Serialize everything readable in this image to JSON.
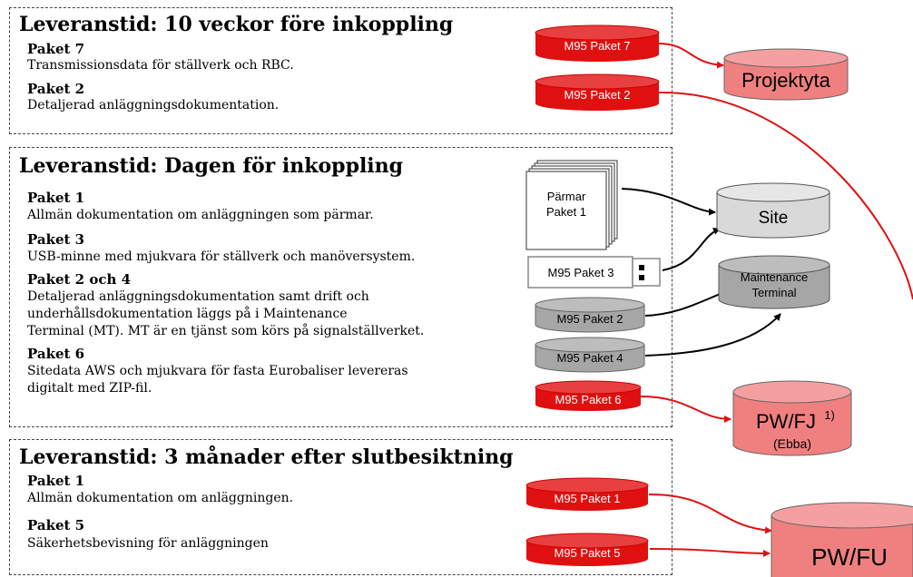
{
  "sections": [
    {
      "heading": "Leveranstid: 10 veckor före inkoppling",
      "items": [
        {
          "title": "Paket 7",
          "text": "Transmissionsdata för ställverk och RBC."
        },
        {
          "title": "Paket 2",
          "text": "Detaljerad anläggningsdokumentation."
        }
      ]
    },
    {
      "heading": "Leveranstid: Dagen för inkoppling",
      "items": [
        {
          "title": "Paket 1",
          "text": "Allmän dokumentation om anläggningen som pärmar."
        },
        {
          "title": "Paket 3",
          "text": "USB-minne med mjukvara för ställverk och manöversystem."
        },
        {
          "title": "Paket 2 och 4",
          "lines": [
            "Detaljerad anläggningsdokumentation samt drift och",
            "underhållsdokumentation läggs på i Maintenance",
            "Terminal (MT).  MT är en tjänst som körs på signalställverket."
          ]
        },
        {
          "title": "Paket 6",
          "lines": [
            "Sitedata AWS och mjukvara för fasta Eurobaliser levereras",
            "digitalt med ZIP-fil."
          ]
        }
      ]
    },
    {
      "heading": "Leveranstid: 3 månader efter slutbesiktning",
      "items": [
        {
          "title": "Paket 1",
          "text": "Allmän dokumentation om anläggningen."
        },
        {
          "title": "Paket 5",
          "text": "Säkerhetsbevisning för anläggningen"
        }
      ]
    }
  ],
  "nodes": {
    "m95_p7": "M95 Paket 7",
    "m95_p2_top": "M95 Paket 2",
    "binder": [
      "Pärmar",
      "Paket 1"
    ],
    "usb": "M95 Paket 3",
    "m95_p2_mid": "M95 Paket 2",
    "m95_p4": "M95 Paket 4",
    "m95_p6": "M95 Paket 6",
    "m95_p1": "M95 Paket 1",
    "m95_p5": "M95 Paket 5",
    "projektyta": "Projektyta",
    "site": "Site",
    "maint": [
      "Maintenance",
      "Terminal"
    ],
    "pwfj": "PW/FJ",
    "pwfj_sup": "1)",
    "pwfj_sub": "(Ebba)",
    "pwfu": "PW/FU"
  },
  "colors": {
    "red": "#e01010",
    "red_target": "#f08080",
    "gray_cyl": "#a6a6a6",
    "light_cyl": "#d9d9d9",
    "arrow_red": "#e01010",
    "arrow_black": "#000000"
  }
}
